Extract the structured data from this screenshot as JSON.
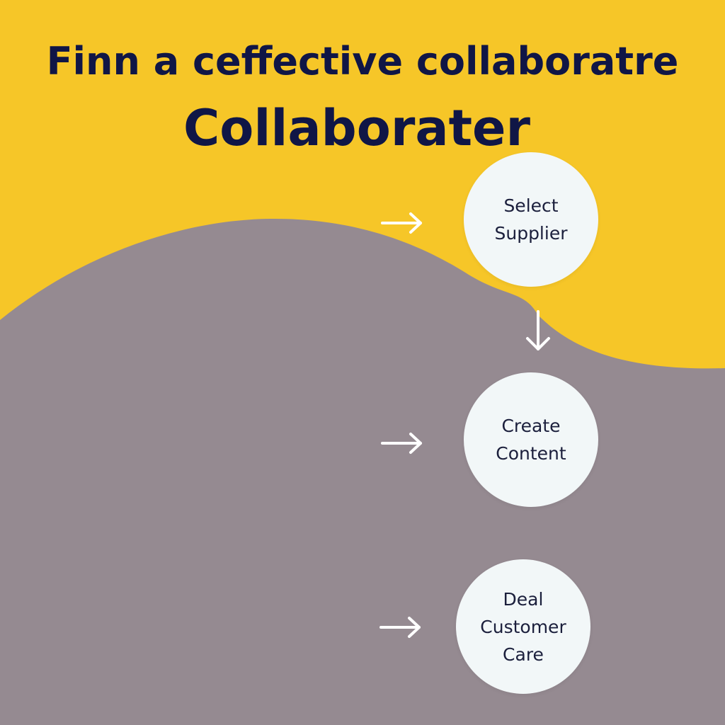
{
  "title": {
    "line1": "Finn a ceffective collaboratre",
    "line2": "Collaborater"
  },
  "steps": [
    {
      "lines": [
        "Select",
        "Supplier"
      ]
    },
    {
      "lines": [
        "Create",
        "Content"
      ]
    },
    {
      "lines": [
        "Deal",
        "Customer",
        "Care"
      ]
    }
  ],
  "colors": {
    "yellow": "#F6C628",
    "gray": "#958A91",
    "node_fill": "#F2F7F8",
    "title_text": "#101646",
    "node_text": "#1B1F3C",
    "arrow": "#FFFFFF"
  }
}
